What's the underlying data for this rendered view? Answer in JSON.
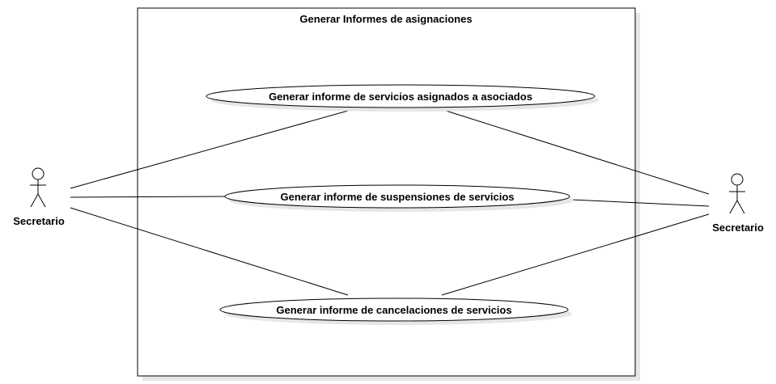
{
  "diagram": {
    "system": {
      "title": "Generar Informes de asignaciones"
    },
    "use_cases": [
      {
        "label": "Generar informe de servicios asignados a asociados"
      },
      {
        "label": "Generar informe de suspensiones de servicios"
      },
      {
        "label": "Generar informe de cancelaciones de servicios"
      }
    ],
    "actors": [
      {
        "label": "Secretario"
      },
      {
        "label": "Secretario"
      }
    ]
  }
}
